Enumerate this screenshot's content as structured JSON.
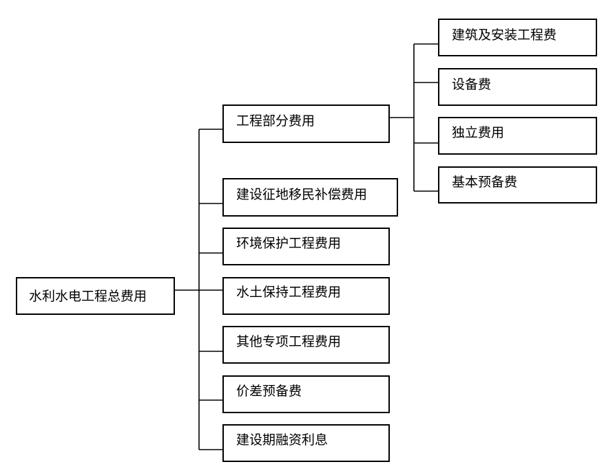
{
  "root": {
    "label": "水利水电工程总费用"
  },
  "level1": [
    {
      "label": "工程部分费用"
    },
    {
      "label": "建设征地移民补偿费用"
    },
    {
      "label": "环境保护工程费用"
    },
    {
      "label": "水土保持工程费用"
    },
    {
      "label": "其他专项工程费用"
    },
    {
      "label": "价差预备费"
    },
    {
      "label": "建设期融资利息"
    }
  ],
  "level2": [
    {
      "label": "建筑及安装工程费"
    },
    {
      "label": "设备费"
    },
    {
      "label": "独立费用"
    },
    {
      "label": "基本预备费"
    }
  ]
}
